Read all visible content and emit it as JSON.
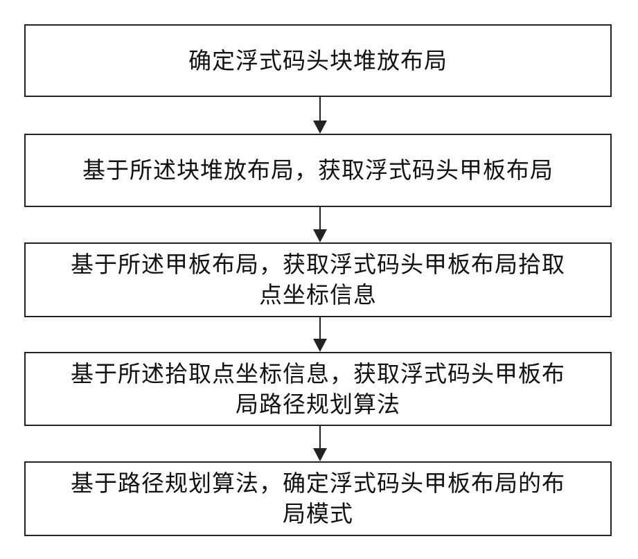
{
  "flowchart": {
    "steps": [
      {
        "text": "确定浮式码头块堆放布局"
      },
      {
        "text": "基于所述块堆放布局，获取浮式码头甲板布局"
      },
      {
        "text": "基于所述甲板布局，获取浮式码头甲板布局拾取\n点坐标信息"
      },
      {
        "text": "基于所述拾取点坐标信息，获取浮式码头甲板布\n局路径规划算法"
      },
      {
        "text": "基于路径规划算法，确定浮式码头甲板布局的布\n局模式"
      }
    ],
    "colors": {
      "border": "#222222",
      "text": "#111111",
      "arrow": "#222222",
      "background": "#ffffff"
    }
  }
}
